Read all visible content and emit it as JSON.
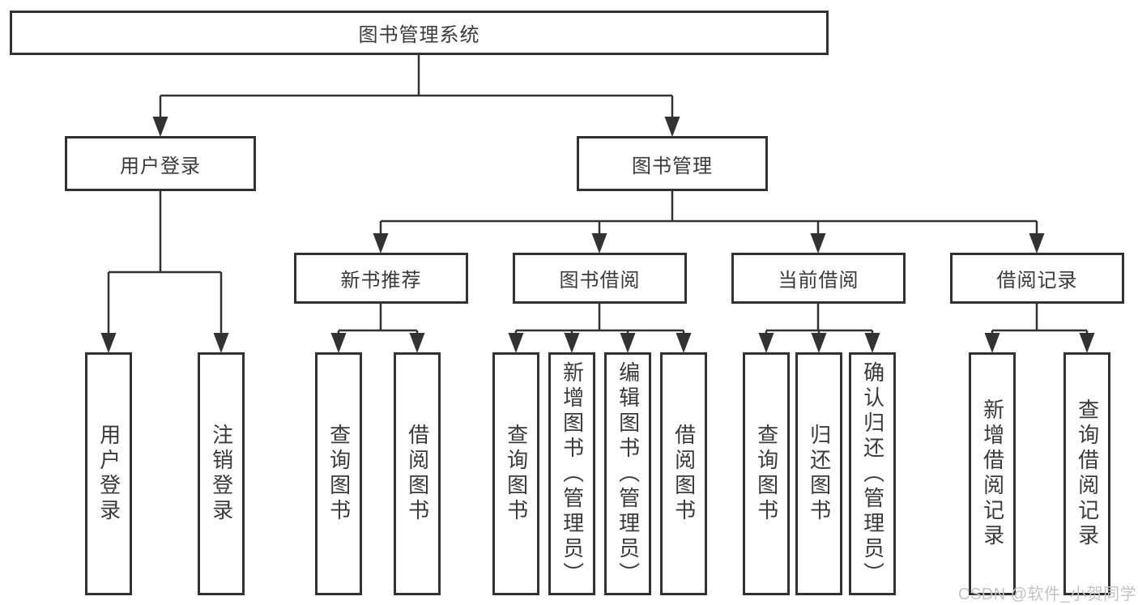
{
  "diagram": {
    "title": "图书管理系统",
    "level1": {
      "user_login": "用户登录",
      "book_mgmt": "图书管理"
    },
    "level2": {
      "new_books": "新书推荐",
      "book_borrow": "图书借阅",
      "current_borrow": "当前借阅",
      "borrow_records": "借阅记录"
    },
    "leaves": {
      "user_login": [
        "用户登录",
        "注销登录"
      ],
      "new_books": [
        "查询图书",
        "借阅图书"
      ],
      "book_borrow": [
        "查询图书",
        "新增图书（管理员）",
        "编辑图书（管理员）",
        "借阅图书"
      ],
      "current_borrow": [
        "查询图书",
        "归还图书",
        "确认归还（管理员）"
      ],
      "borrow_records": [
        "新增借阅记录",
        "查询借阅记录"
      ]
    }
  },
  "watermark": "CSDN @软件_小贺同学",
  "colors": {
    "line": "#323232",
    "text": "#3a3a3a",
    "watermark": "#c3c3c3",
    "background": "#ffffff"
  }
}
